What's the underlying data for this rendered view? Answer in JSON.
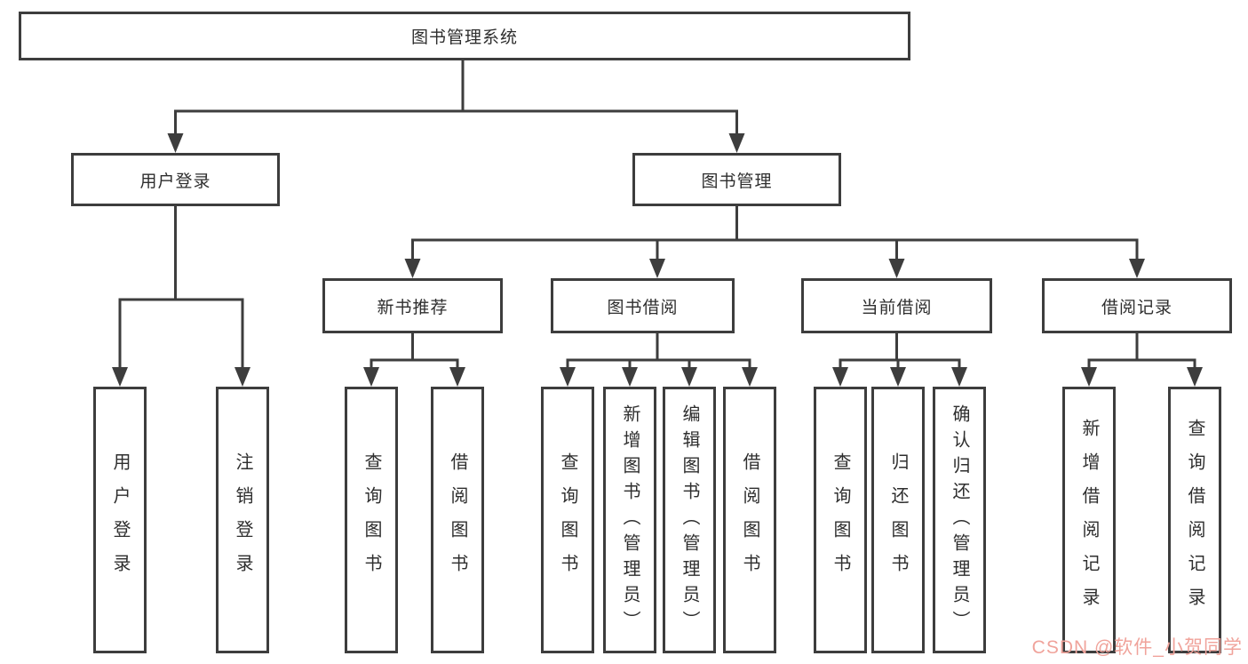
{
  "diagram": {
    "root": {
      "label": "图书管理系统"
    },
    "level2": [
      {
        "label": "用户登录"
      },
      {
        "label": "图书管理"
      }
    ],
    "level3": [
      {
        "label": "新书推荐"
      },
      {
        "label": "图书借阅"
      },
      {
        "label": "当前借阅"
      },
      {
        "label": "借阅记录"
      }
    ],
    "leaf_groups": [
      {
        "parent": "用户登录",
        "items": [
          {
            "label": "用户登录"
          },
          {
            "label": "注销登录"
          }
        ]
      },
      {
        "parent": "新书推荐",
        "items": [
          {
            "label": "查询图书"
          },
          {
            "label": "借阅图书"
          }
        ]
      },
      {
        "parent": "图书借阅",
        "items": [
          {
            "label": "查询图书"
          },
          {
            "label": "新增图书（管理员）"
          },
          {
            "label": "编辑图书（管理员）"
          },
          {
            "label": "借阅图书"
          }
        ]
      },
      {
        "parent": "当前借阅",
        "items": [
          {
            "label": "查询图书"
          },
          {
            "label": "归还图书"
          },
          {
            "label": "确认归还（管理员）"
          }
        ]
      },
      {
        "parent": "借阅记录",
        "items": [
          {
            "label": "新增借阅记录"
          },
          {
            "label": "查询借阅记录"
          }
        ]
      }
    ],
    "watermark": "CSDN @软件_小贺同学",
    "colors": {
      "line": "#3d3d3d",
      "box_border": "#3d3d3d",
      "text": "#2e2e2e",
      "watermark": "#f0a39b",
      "background": "#ffffff"
    }
  }
}
